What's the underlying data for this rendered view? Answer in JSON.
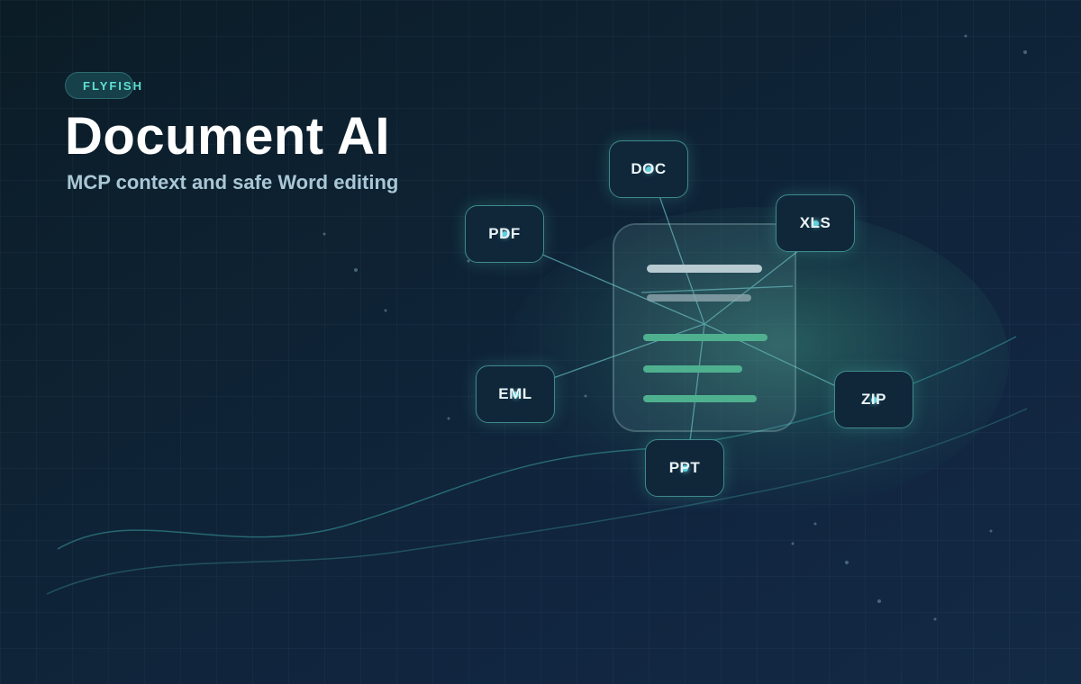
{
  "brand": {
    "badge": "FLYFISH"
  },
  "hero": {
    "title": "Document AI",
    "subtitle": "MCP context and safe Word editing"
  },
  "formats": [
    {
      "label": "DOC",
      "icon": "file-doc-icon"
    },
    {
      "label": "XLS",
      "icon": "file-xls-icon"
    },
    {
      "label": "PDF",
      "icon": "file-pdf-icon"
    },
    {
      "label": "EML",
      "icon": "file-eml-icon"
    },
    {
      "label": "ZIP",
      "icon": "file-zip-icon"
    },
    {
      "label": "PPT",
      "icon": "file-ppt-icon"
    }
  ],
  "colors": {
    "accent": "#5fe0d2",
    "teal_line": "#4fb08f",
    "background": "#0e2233"
  }
}
